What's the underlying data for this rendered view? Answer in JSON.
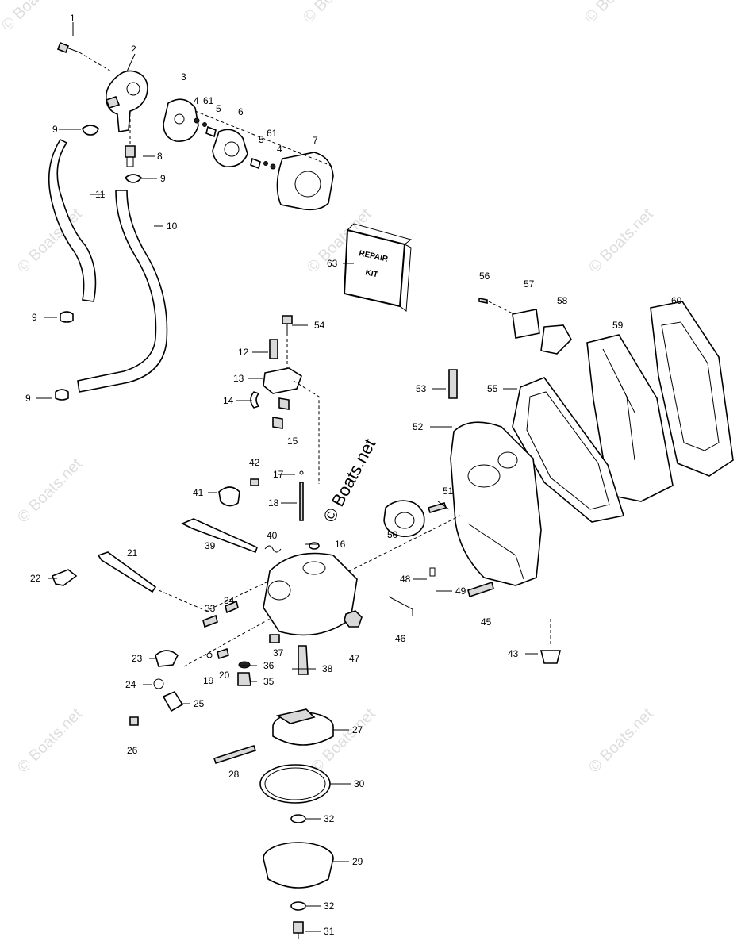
{
  "watermark": "© Boats.net",
  "center_watermark": "© Boats.net",
  "repair_kit": {
    "line1": "REPAIR",
    "line2": "KIT"
  },
  "labels": {
    "p1": "1",
    "p2": "2",
    "p3": "3",
    "p4a": "4",
    "p61a": "61",
    "p5a": "5",
    "p6": "6",
    "p5b": "5",
    "p61b": "61",
    "p4b": "4",
    "p7": "7",
    "p8": "8",
    "p9a": "9",
    "p9b": "9",
    "p9c": "9",
    "p9d": "9",
    "p10": "10",
    "p11": "11",
    "p63": "63",
    "p56": "56",
    "p57": "57",
    "p58": "58",
    "p59": "59",
    "p60": "60",
    "p53": "53",
    "p55": "55",
    "p52": "52",
    "p51": "51",
    "p50": "50",
    "p54": "54",
    "p12": "12",
    "p13": "13",
    "p14": "14",
    "p15": "15",
    "p42": "42",
    "p17": "17",
    "p41": "41",
    "p18": "18",
    "p40": "40",
    "p39": "39",
    "p16": "16",
    "p21": "21",
    "p22": "22",
    "p48": "48",
    "p49": "49",
    "p45": "45",
    "p46": "46",
    "p47": "47",
    "p33": "33",
    "p34": "34",
    "p37": "37",
    "p36": "36",
    "p38": "38",
    "p23": "23",
    "p19": "19",
    "p20": "20",
    "p35": "35",
    "p24": "24",
    "p25": "25",
    "p26": "26",
    "p43": "43",
    "p27": "27",
    "p28": "28",
    "p30": "30",
    "p32a": "32",
    "p29": "29",
    "p32b": "32",
    "p31": "31"
  }
}
